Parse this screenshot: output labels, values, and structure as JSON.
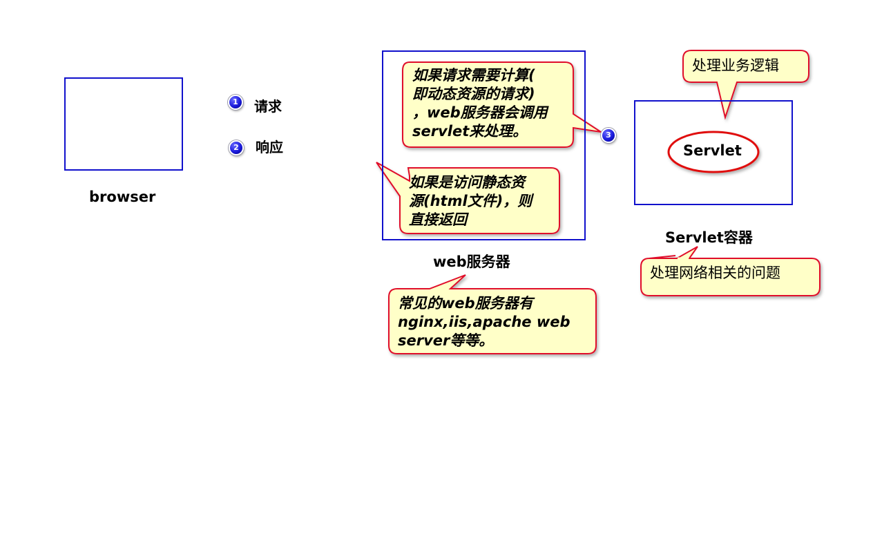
{
  "labels": {
    "browser": "browser",
    "web_server": "web服务器",
    "servlet_container": "Servlet容器",
    "servlet": "Servlet"
  },
  "steps": [
    {
      "number": "1",
      "label": "请求"
    },
    {
      "number": "2",
      "label": "响应"
    },
    {
      "number": "3",
      "label": ""
    }
  ],
  "callouts": {
    "dynamic": [
      "如果请求需要计算(",
      "即动态资源的请求)",
      "，web服务器会调用",
      "servlet来处理。"
    ],
    "static": [
      "如果是访问静态资",
      "源(html文件)，则",
      "直接返回"
    ],
    "common_servers": [
      "常见的web服务器有",
      "nginx,iis,apache web",
      "server等等。"
    ],
    "business_logic": "处理业务逻辑",
    "network": "处理网络相关的问题"
  },
  "colors": {
    "box_border": "#1010cc",
    "arrow": "#e01010",
    "callout_fill": "#ffffc8",
    "callout_border": "#e0102a",
    "badge": "#1a1adc"
  }
}
